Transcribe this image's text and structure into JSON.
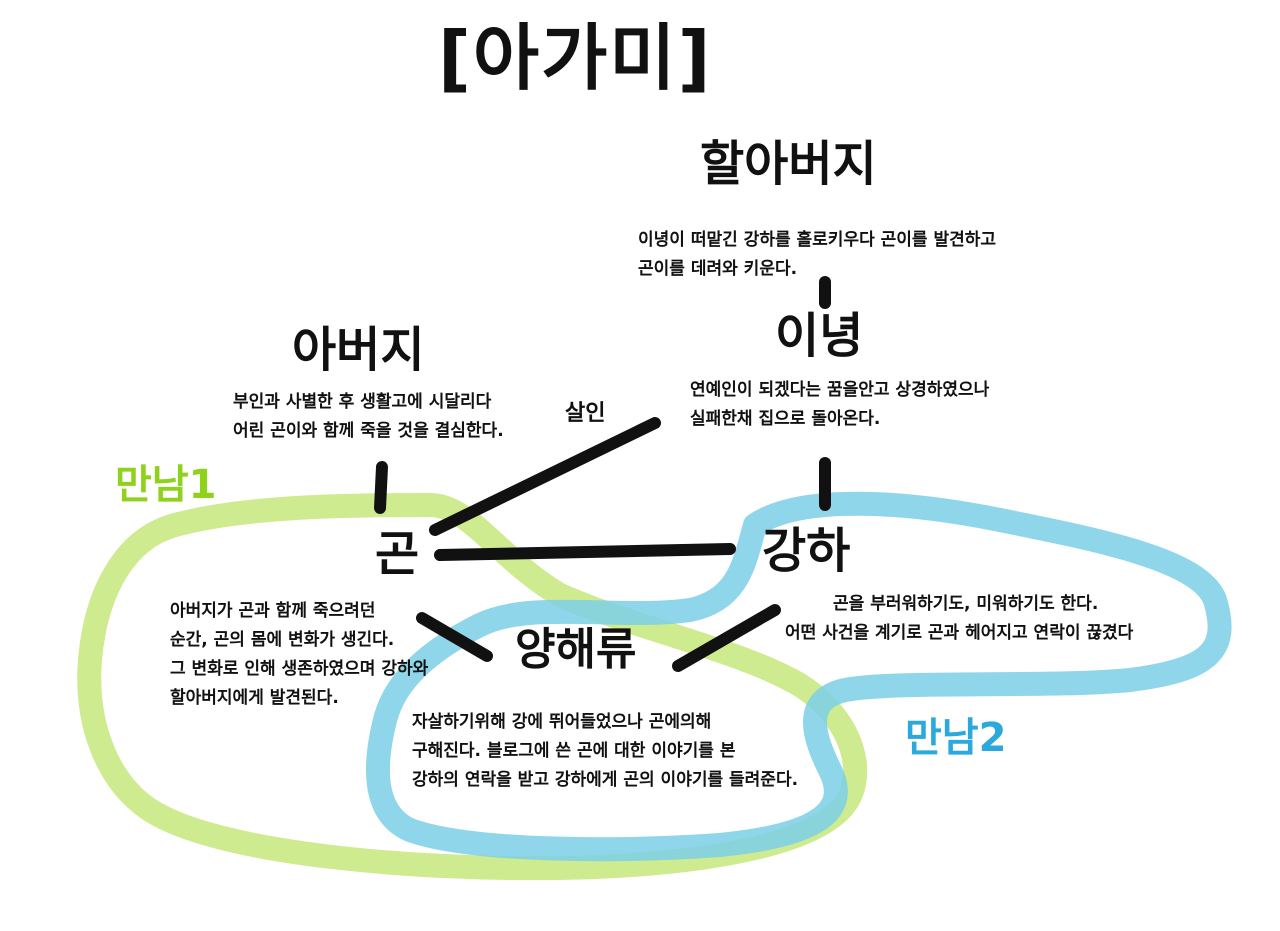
{
  "title": "[아가미]",
  "nodes": {
    "grandfather": {
      "name": "할아버지",
      "desc": [
        "이녕이 떠맡긴 강하를 홀로키우다 곤이를 발견하고",
        "곤이를 데려와 키운다."
      ]
    },
    "father": {
      "name": "아버지",
      "desc": [
        "부인과 사별한 후 생활고에 시달리다",
        "어린 곤이와 함께 죽을 것을 결심한다."
      ]
    },
    "inyeong": {
      "name": "이녕",
      "desc": [
        "연예인이 되겠다는 꿈을안고 상경하였으나",
        "실패한채 집으로 돌아온다."
      ]
    },
    "gon": {
      "name": "곤",
      "desc": [
        "아버지가 곤과 함께 죽으려던",
        "순간, 곤의 몸에 변화가 생긴다.",
        "그 변화로 인해 생존하였으며 강하와",
        "할아버지에게 발견된다."
      ]
    },
    "gangha": {
      "name": "강하",
      "desc": [
        "곤을 부러워하기도, 미워하기도 한다.",
        "어떤 사건을 계기로 곤과 헤어지고 연락이 끊겼다"
      ]
    },
    "yanghaeryu": {
      "name": "양해류",
      "desc": [
        "자살하기위해 강에 뛰어들었으나 곤에의해",
        "구해진다. 블로그에 쓴 곤에 대한 이야기를 본",
        "강하의 연락을 받고 강하에게 곤의 이야기를 들려준다."
      ]
    }
  },
  "relations": {
    "murder": "살인"
  },
  "groups": {
    "meeting1": {
      "label": "만남1",
      "color": "#8fd21e",
      "stroke": "#c5e87c"
    },
    "meeting2": {
      "label": "만남2",
      "color": "#2ba9dc",
      "stroke": "#7ccfe8"
    }
  },
  "colors": {
    "ink": "#111111"
  }
}
